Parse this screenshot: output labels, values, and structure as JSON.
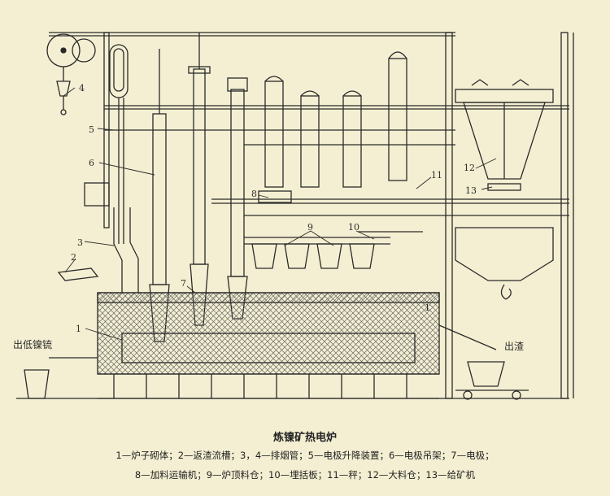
{
  "figure": {
    "title": "炼镍矿热电炉",
    "legend_line1": "1—炉子砌体；2—返渣流槽；3，4—排烟管；5—电极升降装置；6—电极吊架；7—电极；",
    "legend_line2": "8—加料运输机；9—炉顶料仓；10—埋括板；11—秤；12—大料仓；13—给矿机",
    "outlet_left": "出低镍锍",
    "outlet_right": "出渣",
    "callouts": {
      "n1a": "1",
      "n1b": "1",
      "n2": "2",
      "n3": "3",
      "n4": "4",
      "n5": "5",
      "n6": "6",
      "n7": "7",
      "n8": "8",
      "n9": "9",
      "n10": "10",
      "n11": "11",
      "n12": "12",
      "n13": "13"
    }
  },
  "colors": {
    "paper": "#f4efd2",
    "ink": "#2a2a2a",
    "hatch": "#5a5a5a"
  }
}
